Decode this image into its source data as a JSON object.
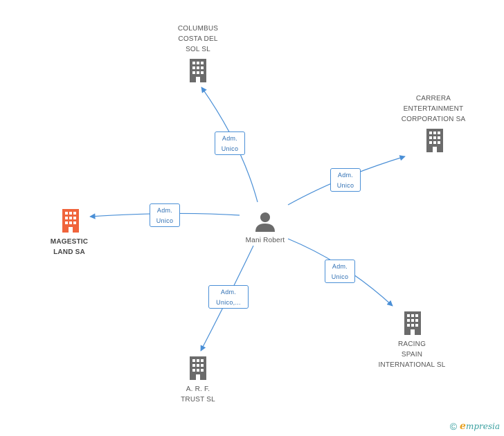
{
  "center": {
    "name": "Mani Robert",
    "icon": "person-icon"
  },
  "companies": [
    {
      "id": "columbus",
      "lines": [
        "COLUMBUS",
        "COSTA DEL",
        "SOL SL"
      ],
      "icon": "building-icon",
      "highlight": false
    },
    {
      "id": "carrera",
      "lines": [
        "CARRERA",
        "ENTERTAINMENT",
        "CORPORATION SA"
      ],
      "icon": "building-icon",
      "highlight": false
    },
    {
      "id": "magestic",
      "lines": [
        "MAGESTIC",
        "LAND SA"
      ],
      "icon": "building-icon",
      "highlight": true
    },
    {
      "id": "racing",
      "lines": [
        "RACING",
        "SPAIN",
        "INTERNATIONAL SL"
      ],
      "icon": "building-icon",
      "highlight": false
    },
    {
      "id": "arf",
      "lines": [
        "A. R. F.",
        "TRUST SL"
      ],
      "icon": "building-icon",
      "highlight": false
    }
  ],
  "edges": [
    {
      "to": "columbus",
      "lines": [
        "Adm.",
        "Unico"
      ]
    },
    {
      "to": "carrera",
      "lines": [
        "Adm.",
        "Unico"
      ]
    },
    {
      "to": "magestic",
      "lines": [
        "Adm.",
        "Unico"
      ]
    },
    {
      "to": "racing",
      "lines": [
        "Adm.",
        "Unico"
      ]
    },
    {
      "to": "arf",
      "lines": [
        "Adm.",
        "Unico,..."
      ]
    }
  ],
  "footer": {
    "copyright": "©",
    "brand_initial": "e",
    "brand_rest": "mpresia"
  },
  "colors": {
    "edge": "#4a8fd6",
    "icon": "#6b6b6b",
    "highlight": "#f0643c",
    "brand": "#3aa0a0"
  }
}
